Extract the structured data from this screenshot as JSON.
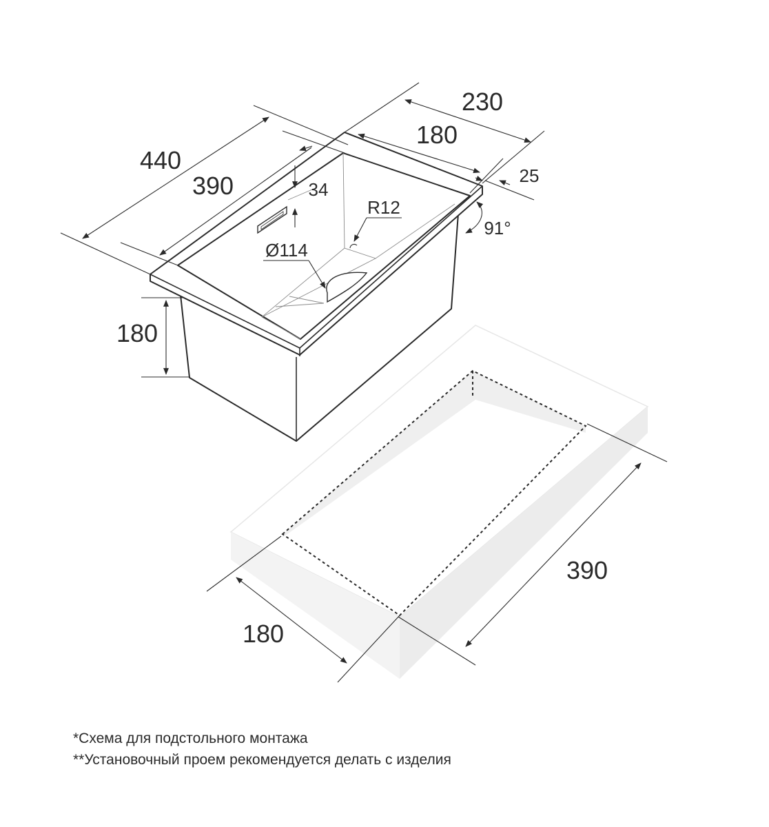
{
  "dimensions": {
    "outer_width": "230",
    "inner_width": "180",
    "rim": "25",
    "outer_length": "440",
    "inner_length": "390",
    "overflow_offset": "34",
    "corner_radius": "R12",
    "drain_diameter": "Ø114",
    "wall_angle": "91°",
    "depth": "180",
    "cutout_length": "390",
    "cutout_width": "180"
  },
  "notes": [
    "*Схема для подстольного монтажа",
    "**Установочный проем рекомендуется делать с изделия"
  ],
  "colors": {
    "line": "#2a2a2a",
    "countertop_top": "#ffffff",
    "countertop_side": "#ececec",
    "countertop_front": "#f3f3f3"
  }
}
